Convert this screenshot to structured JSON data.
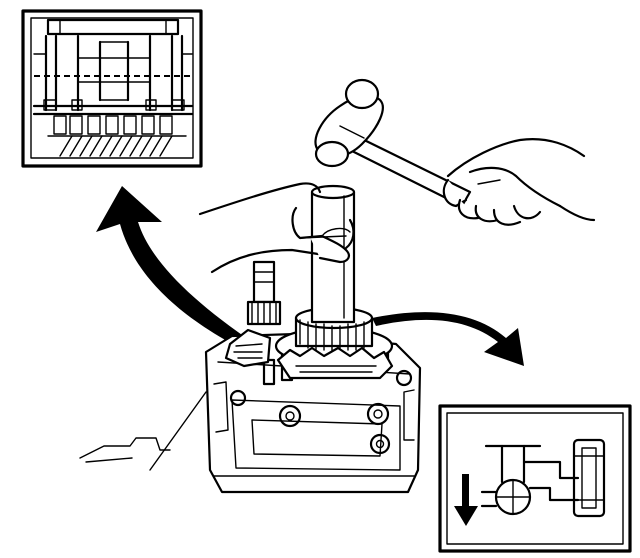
{
  "illustration": {
    "ink_color": "#000000",
    "paper_color": "#ffffff",
    "parts": [
      "inset-upper-left",
      "inset-lower-right",
      "hammer",
      "driver-tool",
      "transmission-case",
      "arrow-upper-left",
      "arrow-lower-right"
    ]
  }
}
